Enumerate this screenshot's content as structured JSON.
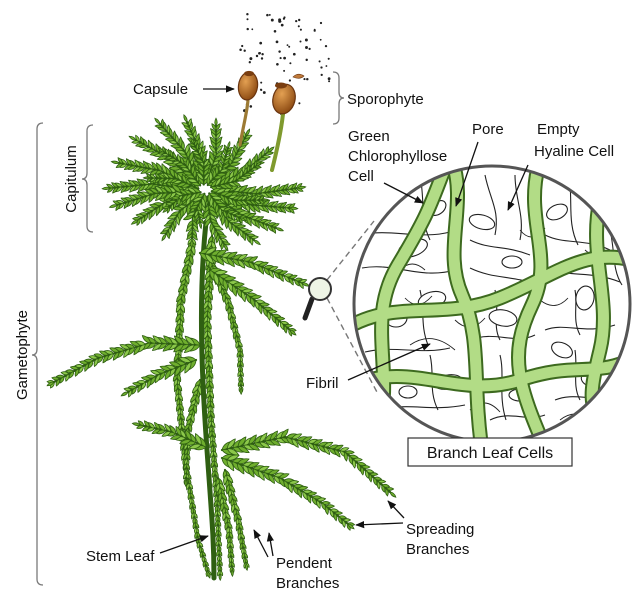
{
  "labels": {
    "capsule": "Capsule",
    "sporophyte": "Sporophyte",
    "capitulum": "Capitulum",
    "gametophyte": "Gametophyte",
    "green_cell": [
      "Green",
      "Chlorophyllose",
      "Cell"
    ],
    "pore": "Pore",
    "hyaline_cell": [
      "Empty",
      "Hyaline Cell"
    ],
    "fibril": "Fibril",
    "branch_leaf_cells": "Branch Leaf Cells",
    "stem_leaf": "Stem Leaf",
    "pendent_branches": [
      "Pendent",
      "Branches"
    ],
    "spreading_branches": [
      "Spreading",
      "Branches"
    ]
  },
  "colors": {
    "leaf_fill": "#6fae2e",
    "leaf_light": "#8cc84a",
    "leaf_outline": "#2f5f12",
    "chlorophyllose": "#b2dc86"
  }
}
